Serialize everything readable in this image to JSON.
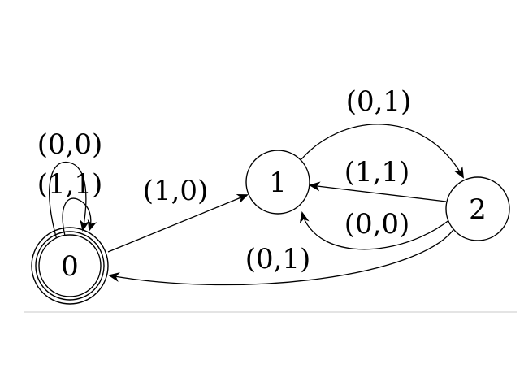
{
  "states": [
    {
      "id": "0",
      "label": "0",
      "accepting": true
    },
    {
      "id": "1",
      "label": "1",
      "accepting": false
    },
    {
      "id": "2",
      "label": "2",
      "accepting": false
    }
  ],
  "transitions": [
    {
      "from": "0",
      "to": "0",
      "label": "(0,0)"
    },
    {
      "from": "0",
      "to": "0",
      "label": "(1,1)"
    },
    {
      "from": "0",
      "to": "1",
      "label": "(1,0)"
    },
    {
      "from": "1",
      "to": "2",
      "label": "(0,1)"
    },
    {
      "from": "2",
      "to": "1",
      "label": "(1,1)"
    },
    {
      "from": "2",
      "to": "1",
      "label": "(0,0)"
    },
    {
      "from": "2",
      "to": "0",
      "label": "(0,1)"
    }
  ]
}
